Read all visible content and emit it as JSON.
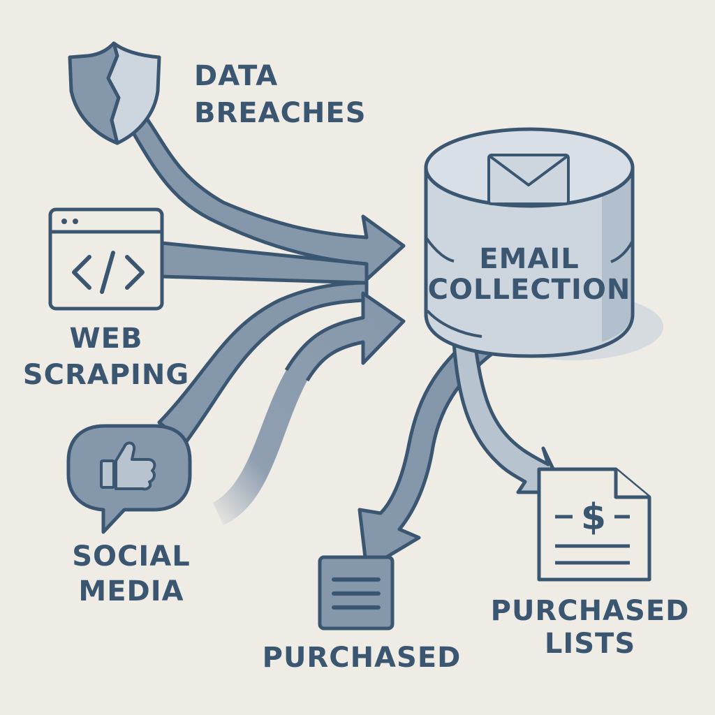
{
  "sources": {
    "data_breaches": {
      "line1": "DATA",
      "line2": "BREACHES",
      "icon": "broken-shield-icon"
    },
    "web_scraping": {
      "line1": "WEB",
      "line2": "SCRAPING",
      "icon": "code-window-icon"
    },
    "social_media": {
      "line1": "SOCIAL",
      "line2": "MEDIA",
      "icon": "thumbs-up-bubble-icon"
    }
  },
  "hub": {
    "line1": "EMAIL",
    "line2": "COLLECTION",
    "icon": "envelope-icon"
  },
  "outputs": {
    "purchased": {
      "label": "PURCHASED",
      "icon": "document-icon"
    },
    "purchased_lists": {
      "line1": "PURCHASED",
      "line2": "LISTS",
      "icon": "invoice-dollar-icon"
    }
  },
  "colors": {
    "background": "#efece6",
    "outline": "#3b5670",
    "arrow_fill": "#8597ab",
    "arrow_light": "#b7c3cf",
    "cylinder_fill": "#cdd6df",
    "cylinder_top": "#d8dfe6",
    "shadow": "#d6dbe0"
  }
}
